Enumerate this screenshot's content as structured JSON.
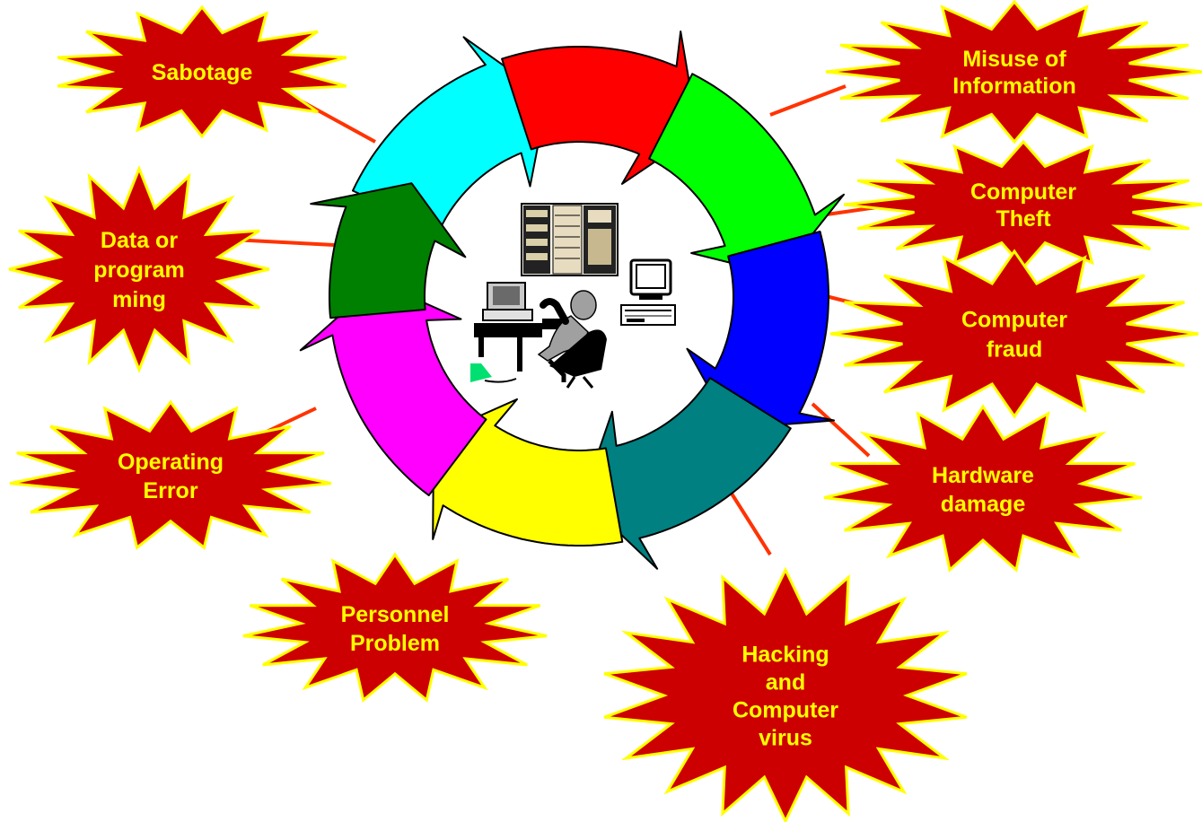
{
  "diagram": {
    "colors": {
      "burst_fill": "#cc0000",
      "burst_stroke": "#ffff00",
      "label_text": "#ffff00",
      "connector": "#ff3300",
      "cycle_cyan": "#00ffff",
      "cycle_red": "#ff0000",
      "cycle_green": "#00ff00",
      "cycle_blue": "#0000ff",
      "cycle_teal": "#008080",
      "cycle_yellow": "#ffff00",
      "cycle_magenta": "#ff00ff",
      "cycle_darkgreen": "#008000"
    },
    "center_icons": [
      "server-rack-icon",
      "desktop-computer-icon",
      "workstation-computer-icon",
      "person-at-desk-icon"
    ],
    "threats": {
      "sabotage": {
        "lines": [
          "Sabotage"
        ]
      },
      "misuse": {
        "lines": [
          "Misuse of",
          "Information"
        ]
      },
      "theft": {
        "lines": [
          "Computer",
          "Theft"
        ]
      },
      "fraud": {
        "lines": [
          "Computer",
          "fraud"
        ]
      },
      "hardware": {
        "lines": [
          "Hardware",
          "damage"
        ]
      },
      "hacking": {
        "lines": [
          "Hacking",
          "and",
          "Computer",
          "virus"
        ]
      },
      "personnel": {
        "lines": [
          "Personnel",
          "Problem"
        ]
      },
      "operating": {
        "lines": [
          "Operating",
          "Error"
        ]
      },
      "data": {
        "lines": [
          "Data or",
          "program",
          "ming"
        ]
      }
    }
  }
}
